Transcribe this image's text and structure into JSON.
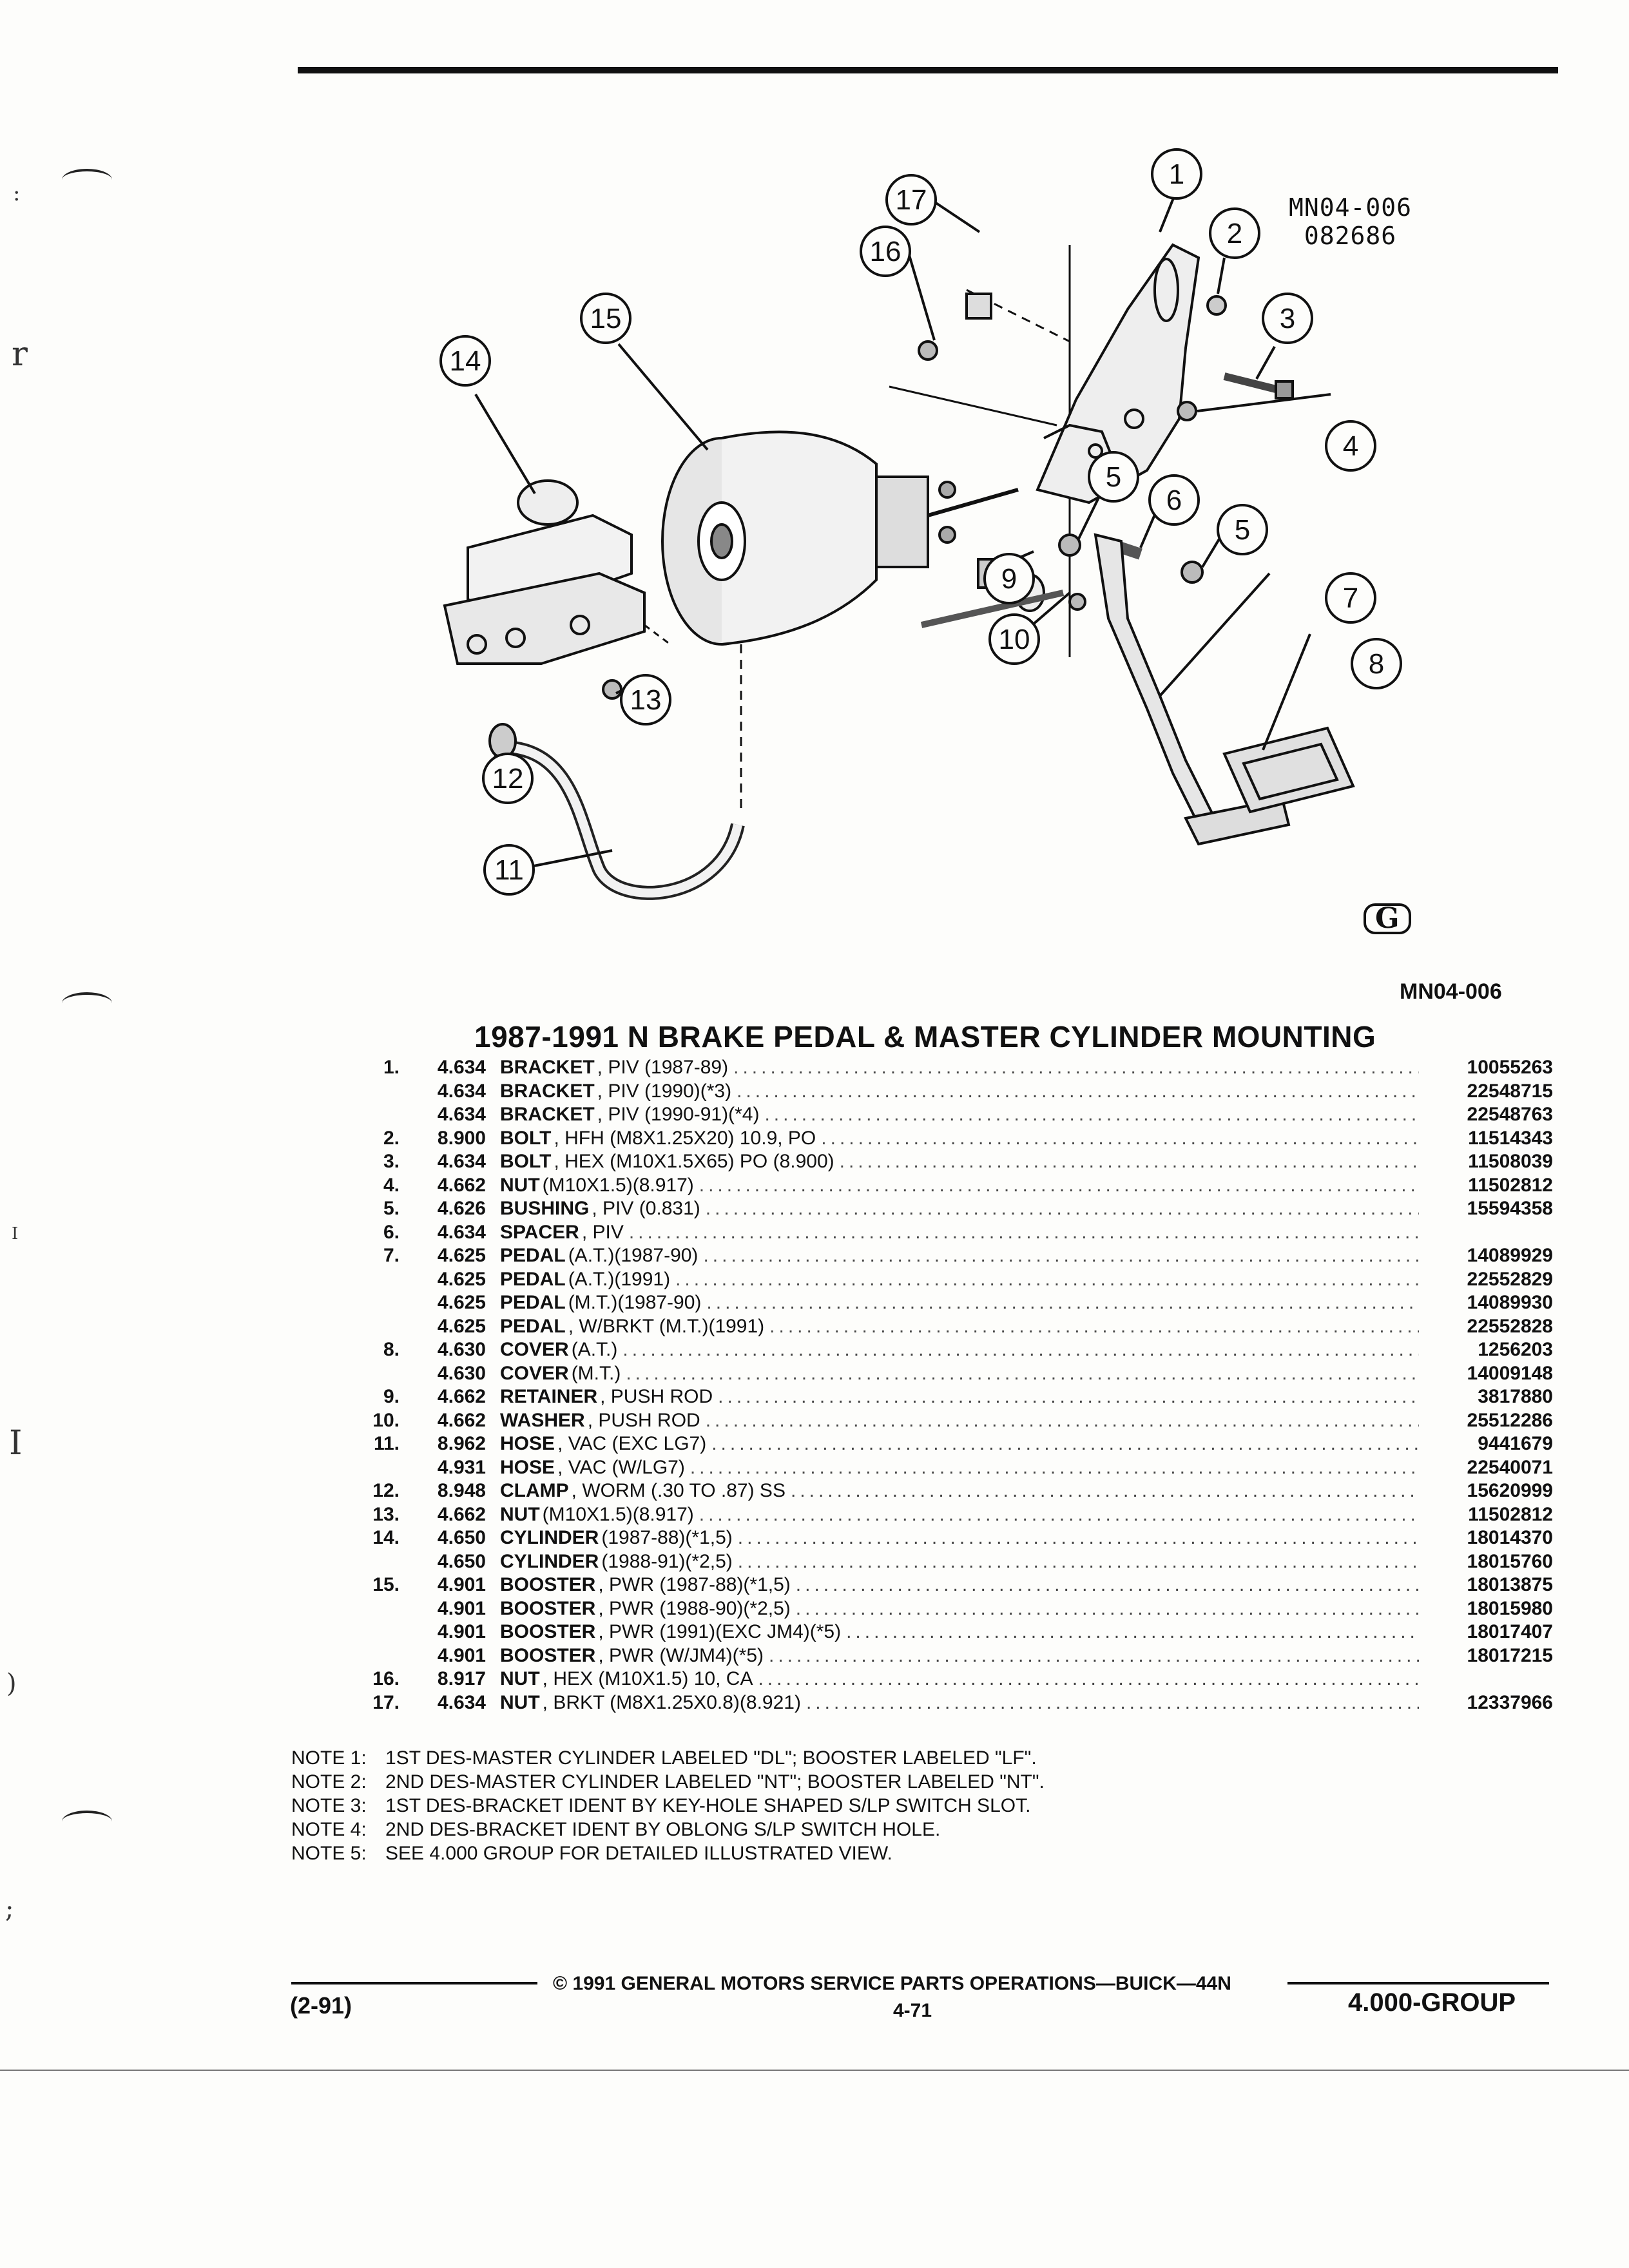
{
  "diagram": {
    "code_line1": "MN04-006",
    "code_line2": "082686",
    "logo_text": "G",
    "callouts": [
      "1",
      "2",
      "3",
      "4",
      "5",
      "6",
      "5",
      "7",
      "8",
      "9",
      "10",
      "11",
      "12",
      "13",
      "14",
      "15",
      "16",
      "17"
    ]
  },
  "figure_ref": "MN04-006",
  "title": "1987-1991 N BRAKE PEDAL & MASTER CYLINDER MOUNTING",
  "parts": [
    {
      "num": "1.",
      "group": "4.634",
      "name": "BRACKET",
      "spec": ", PIV (1987-89)",
      "part_no": "10055263"
    },
    {
      "num": "",
      "group": "4.634",
      "name": "BRACKET",
      "spec": ", PIV (1990)(*3)",
      "part_no": "22548715"
    },
    {
      "num": "",
      "group": "4.634",
      "name": "BRACKET",
      "spec": ", PIV (1990-91)(*4)",
      "part_no": "22548763"
    },
    {
      "num": "2.",
      "group": "8.900",
      "name": "BOLT",
      "spec": ", HFH (M8X1.25X20) 10.9, PO",
      "part_no": "11514343"
    },
    {
      "num": "3.",
      "group": "4.634",
      "name": "BOLT",
      "spec": ", HEX (M10X1.5X65) PO (8.900)",
      "part_no": "11508039"
    },
    {
      "num": "4.",
      "group": "4.662",
      "name": "NUT",
      "spec": "(M10X1.5)(8.917)",
      "part_no": "11502812"
    },
    {
      "num": "5.",
      "group": "4.626",
      "name": "BUSHING",
      "spec": ", PIV (0.831)",
      "part_no": "15594358"
    },
    {
      "num": "6.",
      "group": "4.634",
      "name": "SPACER",
      "spec": ", PIV",
      "part_no": ""
    },
    {
      "num": "7.",
      "group": "4.625",
      "name": "PEDAL",
      "spec": "(A.T.)(1987-90)",
      "part_no": "14089929"
    },
    {
      "num": "",
      "group": "4.625",
      "name": "PEDAL",
      "spec": "(A.T.)(1991)",
      "part_no": "22552829"
    },
    {
      "num": "",
      "group": "4.625",
      "name": "PEDAL",
      "spec": "(M.T.)(1987-90)",
      "part_no": "14089930"
    },
    {
      "num": "",
      "group": "4.625",
      "name": "PEDAL",
      "spec": ", W/BRKT (M.T.)(1991)",
      "part_no": "22552828"
    },
    {
      "num": "8.",
      "group": "4.630",
      "name": "COVER",
      "spec": "(A.T.)",
      "part_no": "1256203"
    },
    {
      "num": "",
      "group": "4.630",
      "name": "COVER",
      "spec": "(M.T.)",
      "part_no": "14009148"
    },
    {
      "num": "9.",
      "group": "4.662",
      "name": "RETAINER",
      "spec": ", PUSH ROD",
      "part_no": "3817880"
    },
    {
      "num": "10.",
      "group": "4.662",
      "name": "WASHER",
      "spec": ", PUSH ROD",
      "part_no": "25512286"
    },
    {
      "num": "11.",
      "group": "8.962",
      "name": "HOSE",
      "spec": ", VAC (EXC LG7)",
      "part_no": "9441679"
    },
    {
      "num": "",
      "group": "4.931",
      "name": "HOSE",
      "spec": ", VAC (W/LG7)",
      "part_no": "22540071"
    },
    {
      "num": "12.",
      "group": "8.948",
      "name": "CLAMP",
      "spec": ", WORM (.30 TO .87) SS",
      "part_no": "15620999"
    },
    {
      "num": "13.",
      "group": "4.662",
      "name": "NUT",
      "spec": "(M10X1.5)(8.917)",
      "part_no": "11502812"
    },
    {
      "num": "14.",
      "group": "4.650",
      "name": "CYLINDER",
      "spec": "(1987-88)(*1,5)",
      "part_no": "18014370"
    },
    {
      "num": "",
      "group": "4.650",
      "name": "CYLINDER",
      "spec": "(1988-91)(*2,5)",
      "part_no": "18015760"
    },
    {
      "num": "15.",
      "group": "4.901",
      "name": "BOOSTER",
      "spec": ", PWR (1987-88)(*1,5)",
      "part_no": "18013875"
    },
    {
      "num": "",
      "group": "4.901",
      "name": "BOOSTER",
      "spec": ", PWR (1988-90)(*2,5)",
      "part_no": "18015980"
    },
    {
      "num": "",
      "group": "4.901",
      "name": "BOOSTER",
      "spec": ", PWR (1991)(EXC JM4)(*5)",
      "part_no": "18017407"
    },
    {
      "num": "",
      "group": "4.901",
      "name": "BOOSTER",
      "spec": ", PWR (W/JM4)(*5)",
      "part_no": "18017215"
    },
    {
      "num": "16.",
      "group": "8.917",
      "name": "NUT",
      "spec": ", HEX (M10X1.5) 10, CA",
      "part_no": ""
    },
    {
      "num": "17.",
      "group": "4.634",
      "name": "NUT",
      "spec": ", BRKT (M8X1.25X0.8)(8.921)",
      "part_no": "12337966"
    }
  ],
  "notes": [
    {
      "label": "NOTE  1:",
      "text": "1ST DES-MASTER CYLINDER LABELED \"DL\"; BOOSTER LABELED \"LF\"."
    },
    {
      "label": "NOTE  2:",
      "text": "2ND DES-MASTER CYLINDER LABELED \"NT\"; BOOSTER LABELED \"NT\"."
    },
    {
      "label": "NOTE  3:",
      "text": "1ST DES-BRACKET IDENT BY KEY-HOLE SHAPED S/LP SWITCH SLOT."
    },
    {
      "label": "NOTE  4:",
      "text": "2ND DES-BRACKET IDENT BY OBLONG S/LP SWITCH HOLE."
    },
    {
      "label": "NOTE  5:",
      "text": "SEE 4.000 GROUP FOR DETAILED ILLUSTRATED VIEW."
    }
  ],
  "footer": {
    "copyright": "© 1991  GENERAL MOTORS SERVICE PARTS OPERATIONS—BUICK—44N",
    "date": "(2-91)",
    "page": "4-71",
    "group": "4.000-GROUP"
  },
  "margin_marks": [
    ":",
    "r",
    "I",
    "I",
    ")",
    ";"
  ]
}
